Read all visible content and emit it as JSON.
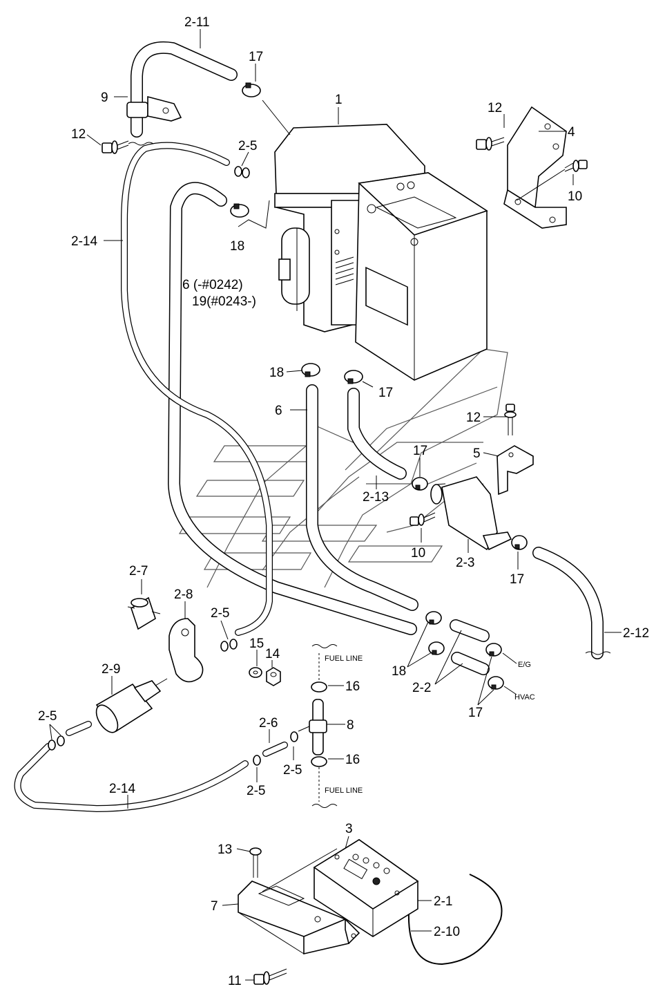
{
  "callouts": [
    "1",
    "2-1",
    "2-2",
    "2-3",
    "2-5",
    "2-5",
    "2-5",
    "2-5",
    "2-5",
    "2-6",
    "2-7",
    "2-8",
    "2-9",
    "2-10",
    "2-11",
    "2-12",
    "2-13",
    "2-14",
    "2-14",
    "3",
    "4",
    "5",
    "6 (-#0242)",
    "19(#0243-)",
    "6",
    "7",
    "8",
    "9",
    "10",
    "10",
    "11",
    "12",
    "12",
    "12",
    "13",
    "14",
    "15",
    "16",
    "16",
    "17",
    "17",
    "17",
    "17",
    "17",
    "18",
    "18",
    "18"
  ],
  "annotations": {
    "fuel_line_top": "FUEL LINE",
    "fuel_line_bottom": "FUEL LINE",
    "eg": "E/G",
    "hvac": "HVAC"
  },
  "colors": {
    "line": "#000000",
    "watermark": "#555555",
    "background": "#ffffff"
  }
}
